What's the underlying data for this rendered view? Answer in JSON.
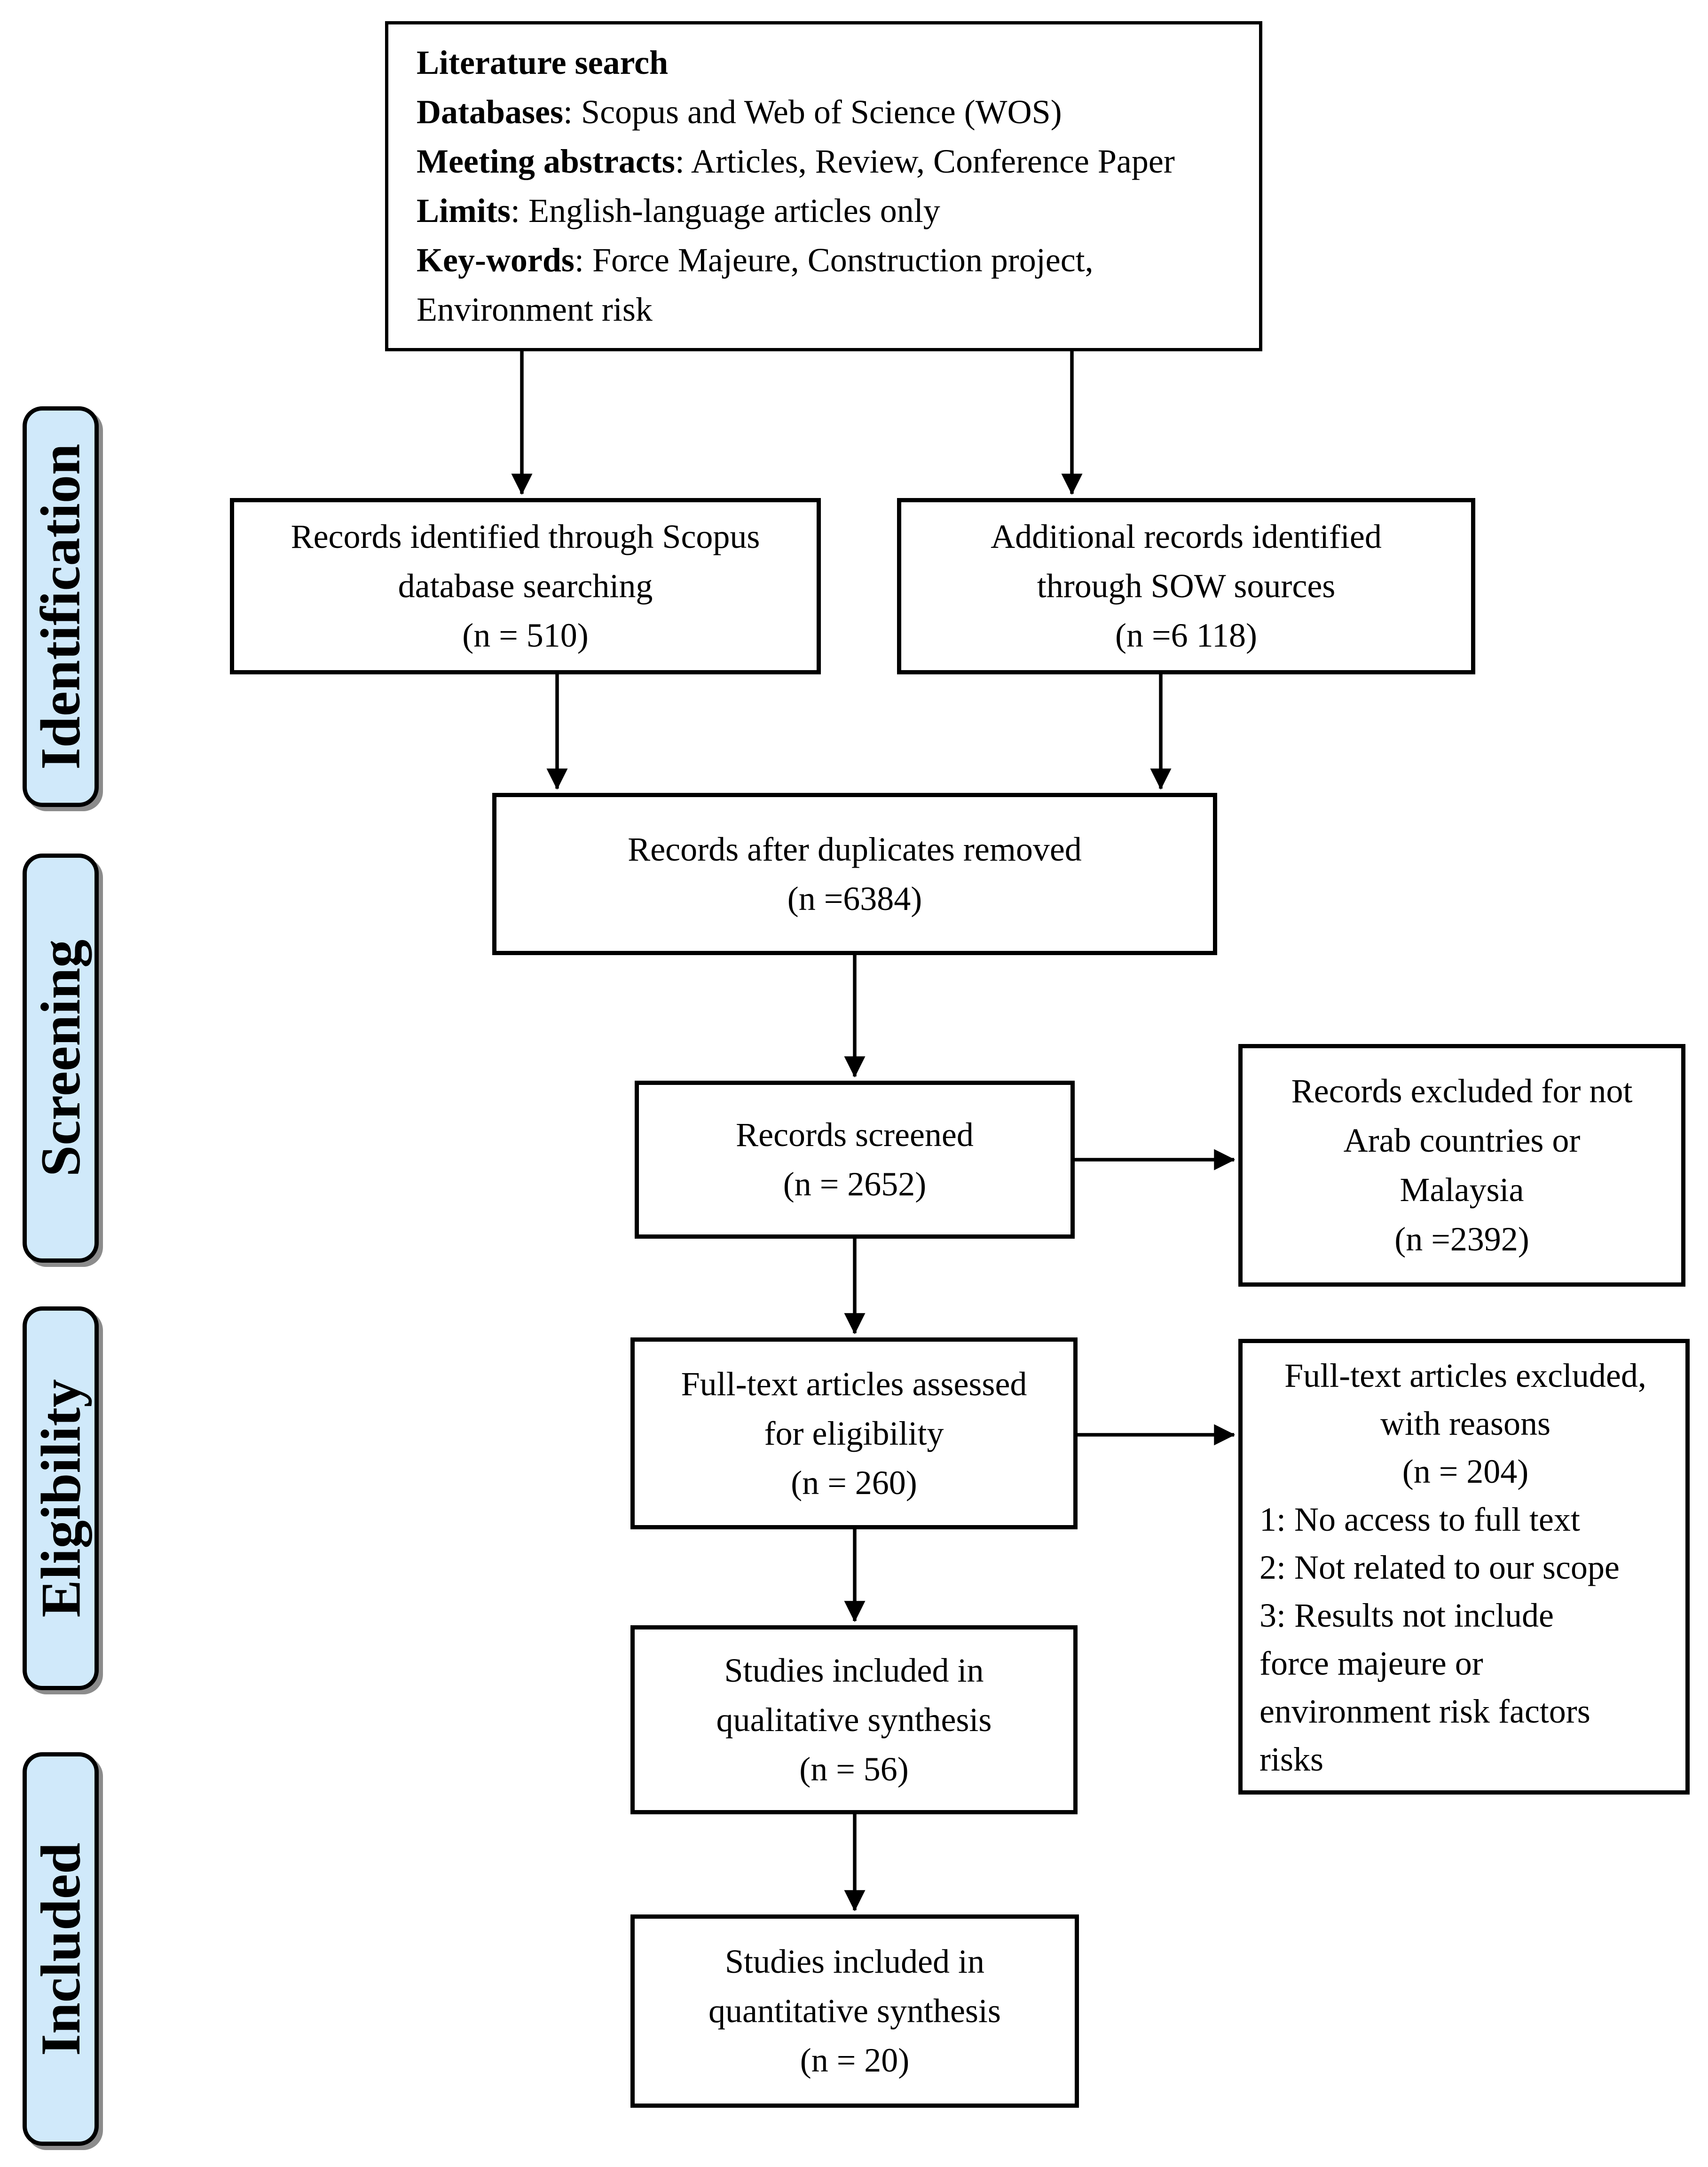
{
  "diagram": {
    "kind": "prisma-literature-review-flow",
    "colors": {
      "stage_fill": "#d0e9fa",
      "stage_border": "#000000",
      "box_border": "#000000",
      "arrow": "#000000",
      "background": "#ffffff"
    }
  },
  "stages": [
    {
      "label": "Identification"
    },
    {
      "label": "Screening"
    },
    {
      "label": "Eligibility"
    },
    {
      "label": "Included"
    }
  ],
  "literature_search": {
    "lines": [
      {
        "bold": "Literature search",
        "rest": ""
      },
      {
        "bold": "Databases",
        "rest": ": Scopus and Web of Science (WOS)"
      },
      {
        "bold": "Meeting abstracts",
        "rest": ": Articles, Review, Conference Paper"
      },
      {
        "bold": "Limits",
        "rest": ": English-language articles only"
      },
      {
        "bold": "Key-words",
        "rest": ": Force Majeure, Construction project,"
      },
      {
        "bold": "",
        "rest": "Environment risk"
      }
    ]
  },
  "boxes": {
    "scopus": {
      "lines": [
        "Records identified through Scopus",
        "database searching",
        "(n = 510)"
      ],
      "n": 510
    },
    "sow": {
      "lines": [
        "Additional records identified",
        "through SOW sources",
        "(n =6 118)"
      ],
      "n": 6118
    },
    "duplicates": {
      "lines": [
        "Records after duplicates removed",
        "(n =6384)"
      ],
      "n": 6384
    },
    "screened": {
      "lines": [
        "Records screened",
        "(n = 2652)"
      ],
      "n": 2652
    },
    "excluded_screening": {
      "lines": [
        "Records excluded for not",
        "Arab countries or",
        "Malaysia",
        "(n =2392)"
      ],
      "n": 2392
    },
    "fulltext": {
      "lines": [
        "Full-text articles assessed",
        "for eligibility",
        "(n = 260)"
      ],
      "n": 260
    },
    "excluded_fulltext": {
      "centered_lines": [
        "Full-text articles excluded,",
        "with reasons",
        "(n = 204)"
      ],
      "reason_lines": [
        "1: No access to full text",
        "2: Not related to our scope",
        "3: Results not include",
        "force majeure or",
        "environment risk factors",
        "risks"
      ],
      "n": 204
    },
    "qualitative": {
      "lines": [
        "Studies included in",
        "qualitative synthesis",
        "(n = 56)"
      ],
      "n": 56
    },
    "quantitative": {
      "lines": [
        "Studies included in",
        "quantitative synthesis",
        "(n = 20)"
      ],
      "n": 20
    }
  }
}
